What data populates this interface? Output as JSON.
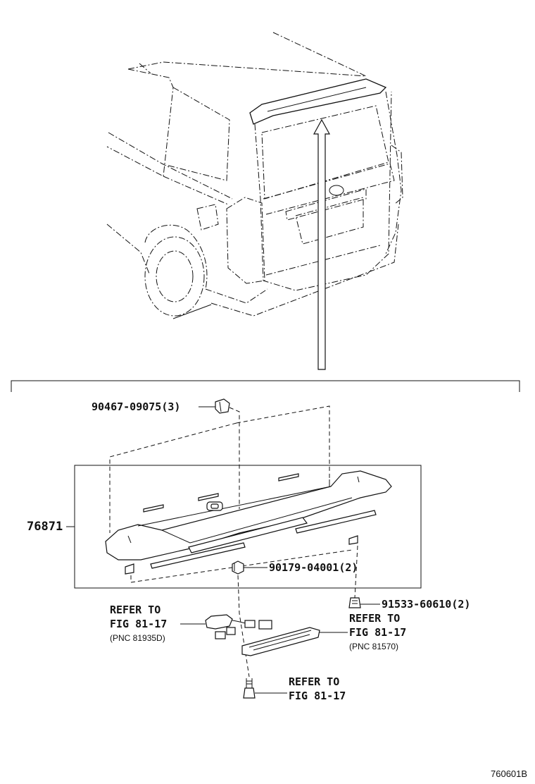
{
  "labels": {
    "clip_part": "90467-09075(3)",
    "spoiler_part": "76871",
    "nut_part": "90179-04001(2)",
    "screw_part": "91533-60610(2)",
    "refer_left_1": "REFER TO",
    "refer_left_2": "FIG 81-17",
    "refer_left_pnc": "(PNC 81935D)",
    "refer_right_1": "REFER TO",
    "refer_right_2": "FIG 81-17",
    "refer_right_pnc": "(PNC 81570)",
    "refer_bottom_1": "REFER TO",
    "refer_bottom_2": "FIG 81-17",
    "figure_code": "760601B"
  }
}
